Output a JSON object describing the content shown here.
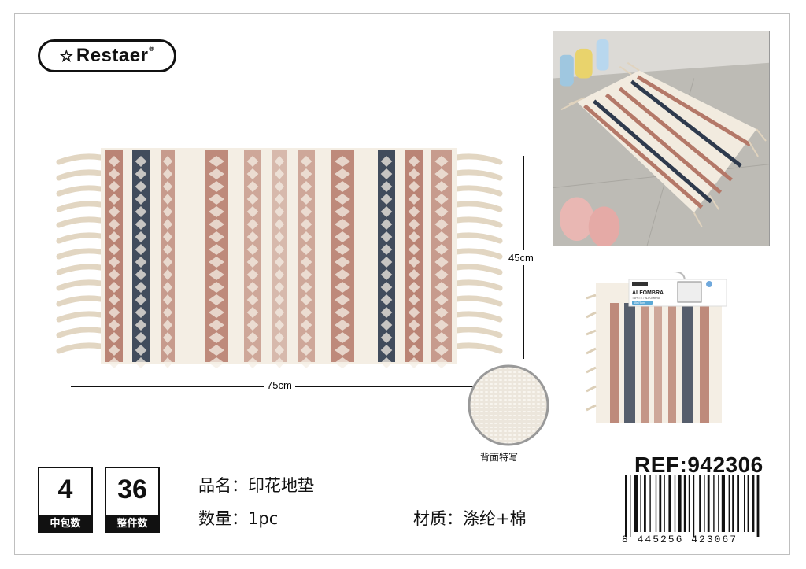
{
  "brand": {
    "name": "Restaer",
    "registered": "®"
  },
  "dimensions": {
    "width": "75cm",
    "height": "45cm"
  },
  "closeup": {
    "caption": "背面特写"
  },
  "package": {
    "brand": "Restaer",
    "product": "ALFOMBRA",
    "subtitle": "TAPETE / ALFOMBRA",
    "size": "45x75cm"
  },
  "counts": [
    {
      "value": "4",
      "label": "中包数"
    },
    {
      "value": "36",
      "label": "整件数"
    }
  ],
  "product": {
    "name_label": "品名：",
    "name_value": "印花地垫",
    "qty_label": "数量：",
    "qty_value": "1pc",
    "material_label": "材质：",
    "material_value": "涤纶+棉"
  },
  "ref": "REF:942306",
  "barcode": "8 445256 423067",
  "colors": {
    "rust": "#b47868",
    "navy": "#2e3a4d",
    "cream": "#f4eee4",
    "fringe": "#e2d6c2"
  }
}
